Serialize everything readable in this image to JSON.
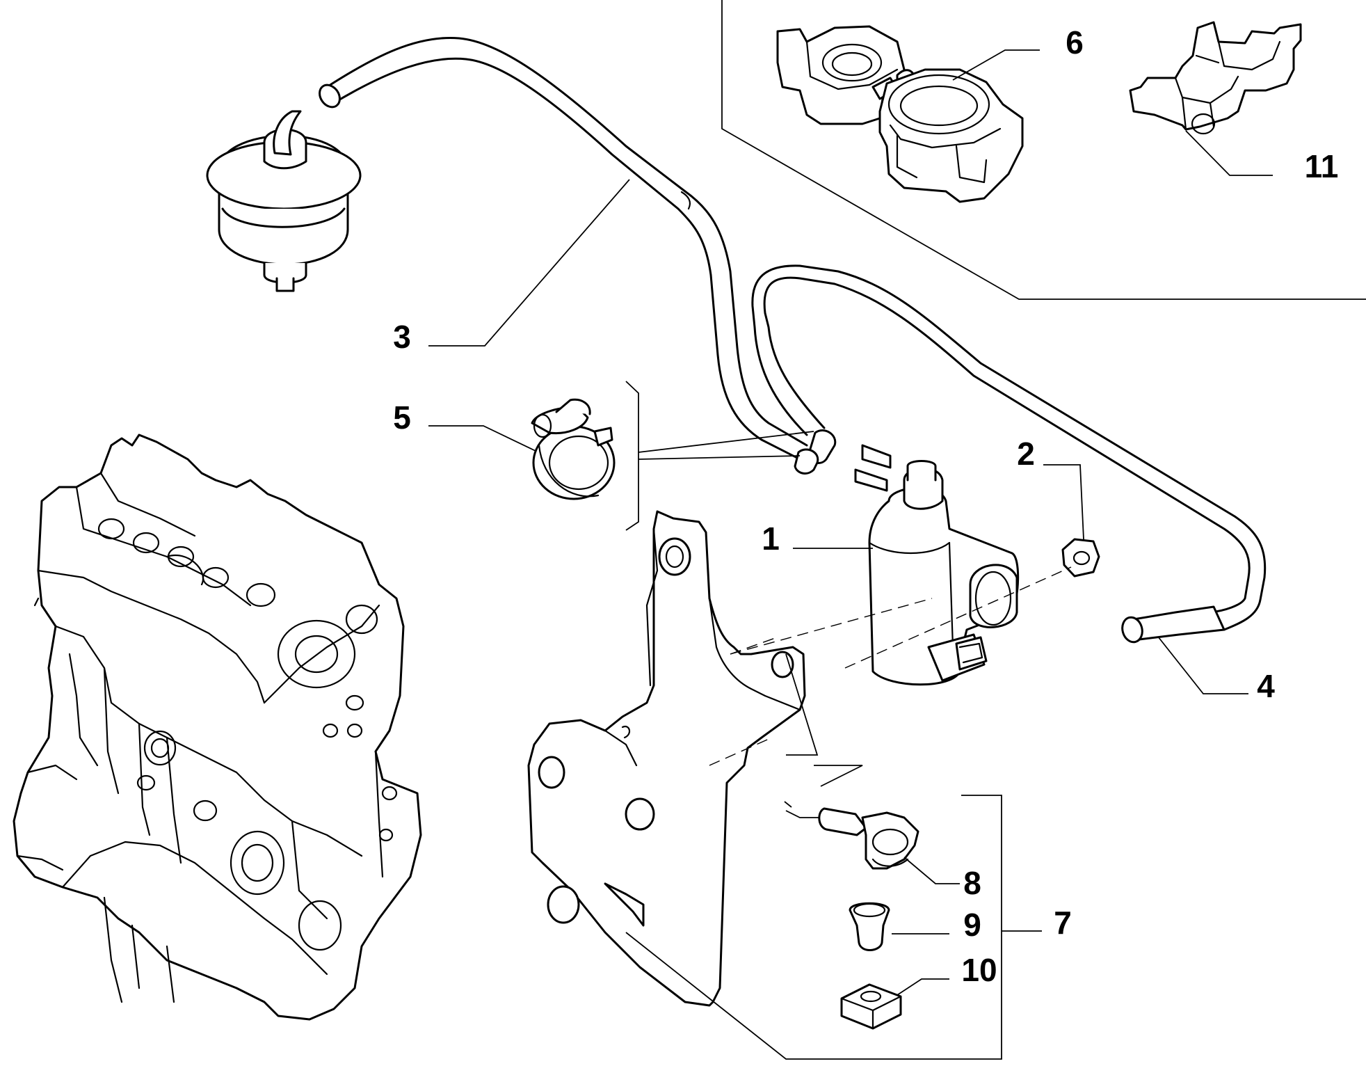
{
  "callouts": {
    "part_1": "1",
    "part_2": "2",
    "part_3": "3",
    "part_4": "4",
    "part_5": "5",
    "part_6": "6",
    "part_7": "7",
    "part_8": "8",
    "part_9": "9",
    "part_10": "10",
    "part_11": "11"
  }
}
